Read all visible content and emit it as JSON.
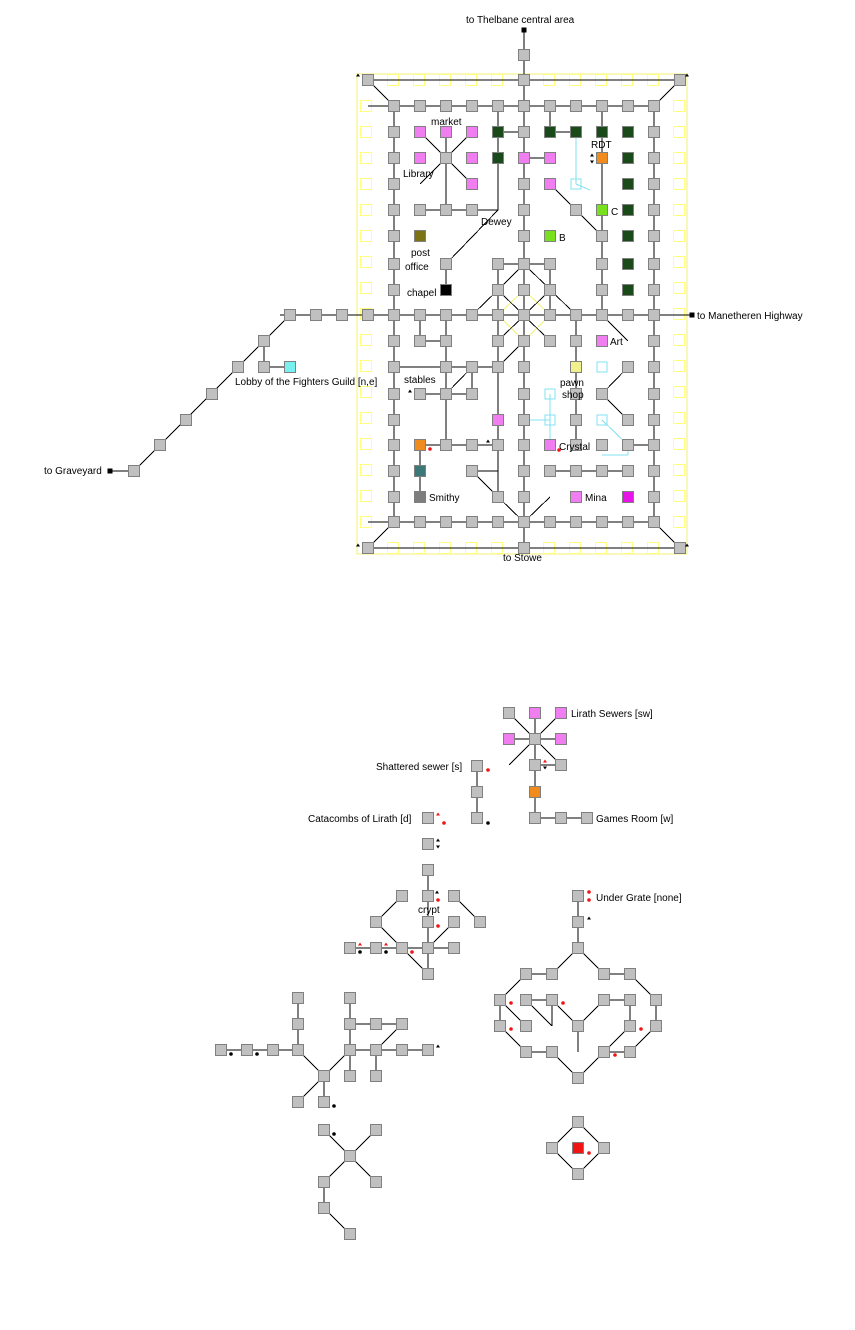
{
  "labels": {
    "to_thelbane": "to Thelbane central area",
    "to_manetheren": "to Manetheren Highway",
    "to_stowe": "to Stowe",
    "to_graveyard": "to Graveyard",
    "market": "market",
    "rdt": "RDT",
    "library": "Library",
    "dewey": "Dewey",
    "c": "C",
    "b": "B",
    "post": "post",
    "office": "office",
    "chapel": "chapel",
    "art": "Art",
    "lobby": "Lobby of the Fighters Guild [n,e]",
    "stables": "stables",
    "pawn": "pawn",
    "shop": "shop",
    "crystal": "Crystal",
    "smithy": "Smithy",
    "mina": "Mina",
    "lirath_sewers": "Lirath Sewers [sw]",
    "shattered_sewer": "Shattered sewer [s]",
    "catacombs": "Catacombs of Lirath [d]",
    "games_room": "Games Room [w]",
    "under_grate": "Under Grate [none]",
    "crypt": "crypt"
  },
  "colors": {
    "room": "#c0c0c0",
    "line": "#000000",
    "wall": "#f4f070",
    "wall_room": "#ffff80",
    "secret": "#80e0f0",
    "pink": "#f07ef0",
    "darkgreen": "#1a4a1a",
    "orange": "#f08c1e",
    "lime": "#78e01e",
    "olive": "#7d7314",
    "black": "#000000",
    "cyan": "#78f0f0",
    "teal": "#3c7878",
    "gray": "#7d7d7d",
    "yellow": "#f0f08c",
    "magenta": "#e614e6",
    "red": "#f01414"
  }
}
